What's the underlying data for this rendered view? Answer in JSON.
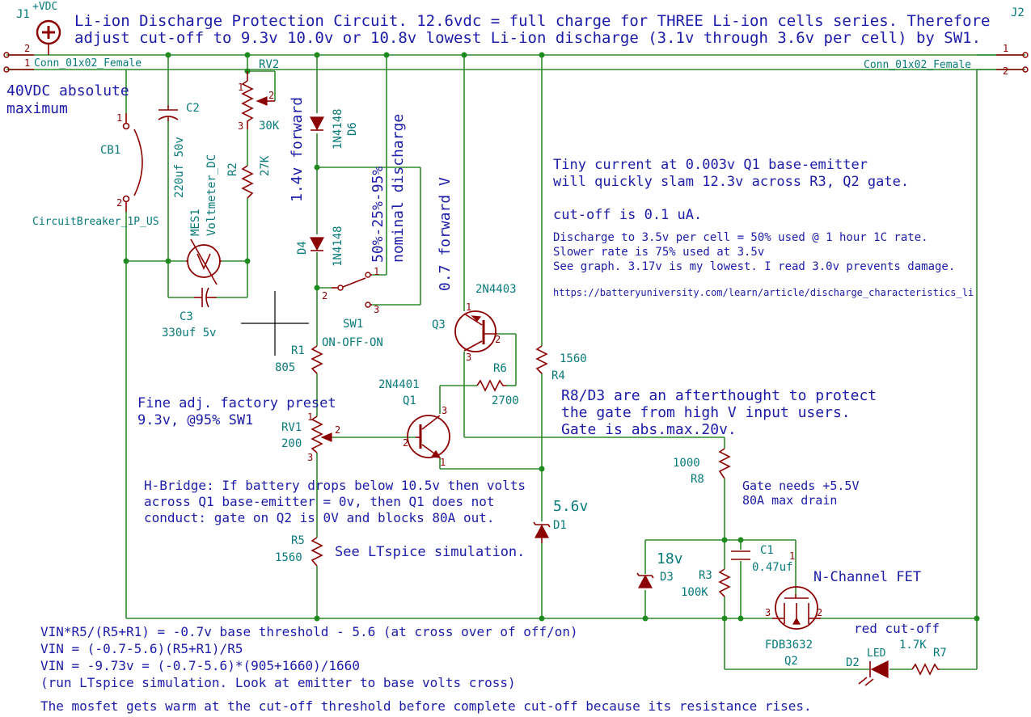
{
  "notes": {
    "title_line1": "Li-ion Discharge Protection Circuit. 12.6vdc = full charge for THREE Li-ion cells series. Therefore",
    "title_line2": "adjust cut-off to 9.3v 10.0v or 10.8v lowest Li-ion discharge (3.1v through 3.6v per cell) by SW1.",
    "max_line1": "40VDC absolute",
    "max_line2": "maximum",
    "forward_14": "1.4v forward",
    "discharge_pct": "50%-25%-95%",
    "nominal": "nominal discharge",
    "forward_07": "0.7 forward V",
    "tiny1": "Tiny current at 0.003v Q1 base-emitter",
    "tiny2": "will quickly slam 12.3v across R3, Q2 gate.",
    "cutoff": "cut-off is 0.1 uA.",
    "disch1": "Discharge to 3.5v per cell = 50% used @ 1 hour 1C rate.",
    "disch2": "Slower rate is 75% used at 3.5v",
    "disch3": "See graph. 3.17v is my lowest. I read 3.0v prevents damage.",
    "url": "https://batteryuniversity.com/learn/article/discharge_characteristics_li",
    "r8note1": "R8/D3 are an afterthought to protect",
    "r8note2": "the gate from high V input users.",
    "r8note3": "Gate is abs.max.20v.",
    "fine1": "Fine adj. factory preset",
    "fine2": "9.3v, @95% SW1",
    "hb1": "H-Bridge: If battery drops below 10.5v then volts",
    "hb2": "across Q1 base-emitter = 0v, then Q1 does not",
    "hb3": "conduct: gate on Q2 is 0V and blocks 80A out.",
    "ltspice": "See LTspice simulation.",
    "gate1": "Gate needs +5.5V",
    "gate2": "80A max drain",
    "nfet": "N-Channel FET",
    "red_cutoff": "red cut-off",
    "eq1": "VIN*R5/(R5+R1) = -0.7v base threshold - 5.6 (at cross over of off/on)",
    "eq2": "VIN = (-0.7-5.6)(R5+R1)/R5",
    "eq3": "VIN = -9.73v = (-0.7-5.6)*(905+1660)/1660",
    "eq4": "(run LTspice simulation. Look at emitter to base volts cross)",
    "eq5": "The mosfet gets warm at the cut-off threshold before complete cut-off because its resistance rises."
  },
  "components": {
    "j1": {
      "ref": "J1",
      "value": "+VDC"
    },
    "j1conn": {
      "value": "Conn_01x02_Female",
      "pin1": "1",
      "pin2": "2"
    },
    "j2": {
      "ref": "J2",
      "value": "Conn_01x02_Female",
      "pin1": "1",
      "pin2": "2"
    },
    "c2": {
      "ref": "C2",
      "value": "220uf 50v"
    },
    "rv2": {
      "ref": "RV2",
      "value": "30K",
      "pin1": "1",
      "pin2": "2",
      "pin3": "3"
    },
    "r2": {
      "ref": "R2",
      "value": "27K"
    },
    "d6": {
      "ref": "D6",
      "value": "1N4148"
    },
    "d4": {
      "ref": "D4",
      "value": "1N4148"
    },
    "cb1": {
      "ref": "CB1",
      "value": "CircuitBreaker_1P_US",
      "pin1": "1",
      "pin2": "2"
    },
    "mes1": {
      "ref": "MES1",
      "value": "Voltmeter_DC"
    },
    "c3": {
      "ref": "C3",
      "value": "330uf 5v"
    },
    "sw1": {
      "ref": "SW1",
      "value": "ON-OFF-ON",
      "pin1": "1",
      "pin2": "2",
      "pin3": "3"
    },
    "q3": {
      "ref": "Q3",
      "value": "2N4403",
      "pin1": "1",
      "pin2": "2",
      "pin3": "3"
    },
    "r6": {
      "ref": "R6",
      "value": "2700"
    },
    "r4": {
      "ref": "R4",
      "value": "1560"
    },
    "r1": {
      "ref": "R1",
      "value": "805"
    },
    "q1": {
      "ref": "Q1",
      "value": "2N4401",
      "pin1": "1",
      "pin2": "2",
      "pin3": "3"
    },
    "rv1": {
      "ref": "RV1",
      "value": "200",
      "pin1": "1",
      "pin2": "2",
      "pin3": "3"
    },
    "r5": {
      "ref": "R5",
      "value": "1560"
    },
    "d1": {
      "ref": "D1",
      "value": "5.6v"
    },
    "r8": {
      "ref": "R8",
      "value": "1000"
    },
    "c1": {
      "ref": "C1",
      "value": "0.47uf",
      "pin1": "1"
    },
    "d3": {
      "ref": "D3",
      "value": "18v"
    },
    "r3": {
      "ref": "R3",
      "value": "100K"
    },
    "q2": {
      "ref": "Q2",
      "value": "FDB3632",
      "pin2": "2",
      "pin3": "3"
    },
    "d2": {
      "ref": "D2",
      "value": "LED"
    },
    "r7": {
      "ref": "R7",
      "value": "1.7K"
    }
  },
  "colors": {
    "wire": "#2e8b2e",
    "component": "#8b0000",
    "note_text": "#1c1ca8",
    "ref_text": "#0a7a7a"
  }
}
